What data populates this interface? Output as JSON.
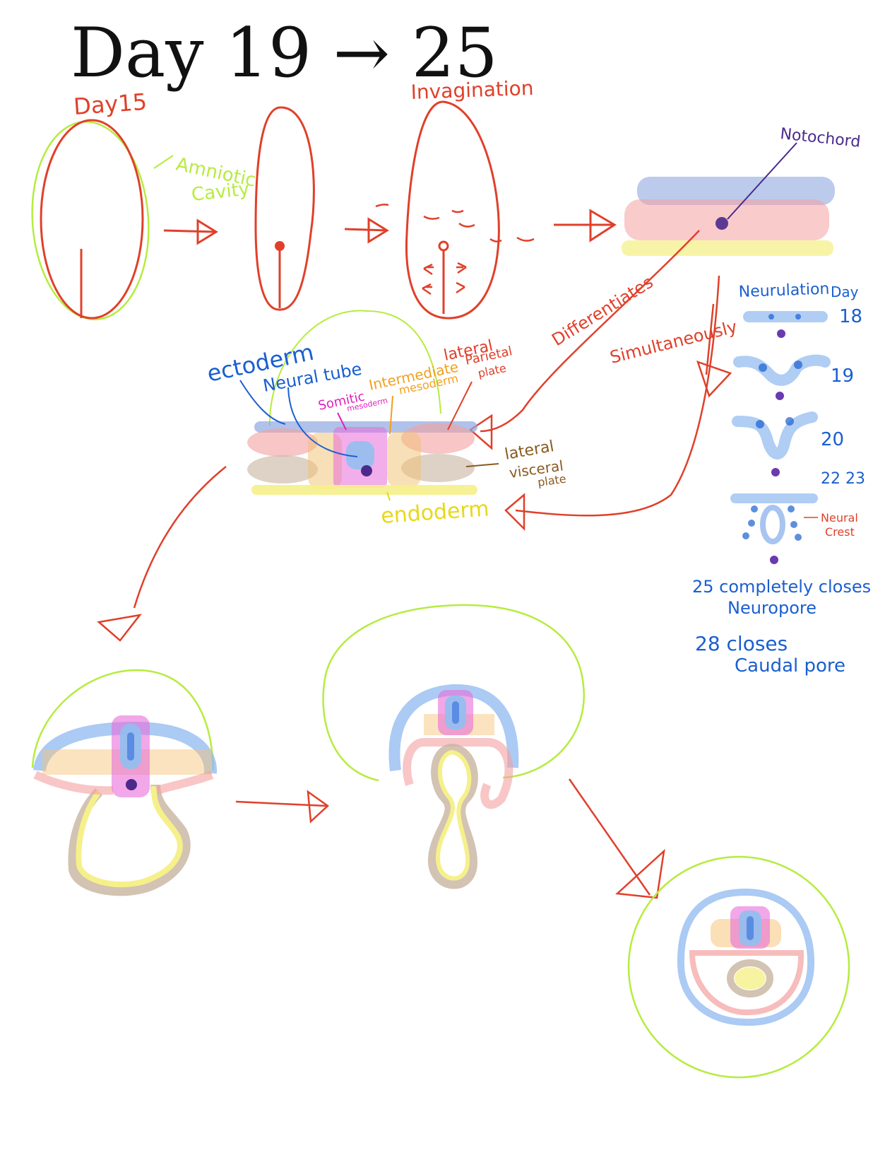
{
  "title": "Day 19 → 25",
  "labels": {
    "day15": "Day15",
    "amniotic": "Amniotic",
    "cavity": "Cavity",
    "invagination": "Invagination",
    "notochord": "Notochord",
    "differentiates": "Differentiates",
    "simultaneously": "Simultaneously",
    "ectoderm": "ectoderm",
    "neural_tube": "Neural tube",
    "somitic_1": "Somitic",
    "somitic_2": "mesoderm",
    "intermediate_1": "Intermediate",
    "intermediate_2": "mesoderm",
    "lateral_parietal_1": "lateral",
    "lateral_parietal_2": "Parietal",
    "lateral_parietal_3": "plate",
    "lateral_visceral_1": "lateral",
    "lateral_visceral_2": "visceral",
    "lateral_visceral_3": "plate",
    "endoderm": "endoderm"
  },
  "neurulation": {
    "heading": "Neurulation",
    "day_word": "Day",
    "days": [
      "18",
      "19",
      "20",
      "22 23"
    ],
    "neural_crest_1": "Neural",
    "neural_crest_2": "Crest",
    "note1_line1": "25 completely closes",
    "note1_line2": "Neuropore",
    "note2_line1": "28 closes",
    "note2_line2": "Caudal pore"
  },
  "colors": {
    "red": "#e0402a",
    "lime": "#b6ec3f",
    "blue": "#1a5fd0",
    "purple": "#4b2a8c",
    "magenta": "#e020c0",
    "orange": "#f0a020",
    "brown": "#8a5a20",
    "yellow": "#e8d81a",
    "ectoderm_fill": "#8fa8e0",
    "mesoderm_fill": "#f4a0a0",
    "endoderm_fill": "#f6f08a",
    "tan_fill": "#c8b4a0"
  }
}
